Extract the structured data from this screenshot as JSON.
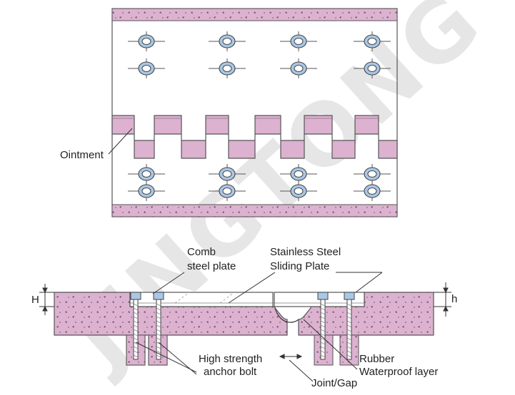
{
  "watermark": "JINGTONG",
  "plan_view": {
    "label_ointment": "Ointment"
  },
  "section_view": {
    "label_comb_line1": "Comb",
    "label_comb_line2": "steel plate",
    "label_stainless_line1": "Stainless Steel",
    "label_stainless_line2": "Sliding Plate",
    "label_H": "H",
    "label_h": "h",
    "label_anchor_line1": "High strength",
    "label_anchor_line2": "anchor bolt",
    "label_rubber_line1": "Rubber",
    "label_rubber_line2": "Waterproof layer",
    "label_joint": "Joint/Gap"
  },
  "colors": {
    "concrete_pink": "#dcb2d0",
    "outline": "#444444",
    "bolt_blue": "#a9c7e6",
    "line": "#333333"
  }
}
